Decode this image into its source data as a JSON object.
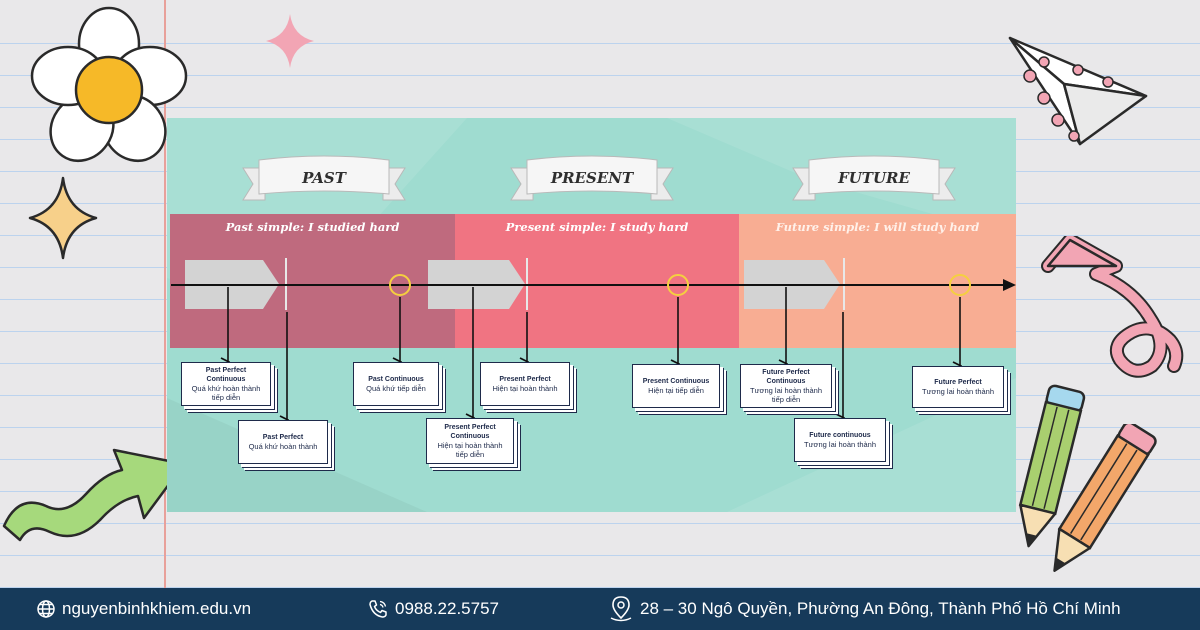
{
  "timeline": {
    "sections": {
      "past": "PAST",
      "present": "PRESENT",
      "future": "FUTURE"
    },
    "simple": {
      "past": "Past simple: I studied hard",
      "present": "Present simple: I study hard",
      "future": "Future simple: I will study hard"
    },
    "tenses": [
      {
        "name": "Past Perfect Continuous",
        "desc": "Quá khứ hoàn thành tiếp diễn"
      },
      {
        "name": "Past Perfect",
        "desc": "Quá khứ hoàn thành"
      },
      {
        "name": "Past Continuous",
        "desc": "Quá khứ tiếp diễn"
      },
      {
        "name": "Present Perfect Continuous",
        "desc": "Hiện tại hoàn thành tiếp diễn"
      },
      {
        "name": "Present Perfect",
        "desc": "Hiện tại hoàn thành"
      },
      {
        "name": "Present Continuous",
        "desc": "Hiện tại tiếp diễn"
      },
      {
        "name": "Future Perfect Continuous",
        "desc": "Tương lai hoàn thành tiếp diễn"
      },
      {
        "name": "Future continuous",
        "desc": "Tương lai hoàn thành"
      },
      {
        "name": "Future Perfect",
        "desc": "Tương lai hoàn thành"
      }
    ]
  },
  "footer": {
    "website": "nguyenbinhkhiem.edu.vn",
    "phone": "0988.22.5757",
    "address": "28 – 30 Ngô Quyền, Phường An Đông, Thành Phố Hồ Chí Minh"
  },
  "colors": {
    "board": "#9fdcd0",
    "past": "#bf6a7e",
    "present": "#f07482",
    "future": "#f8ad93",
    "footer": "#163a5a",
    "marker": "#f4d03f"
  }
}
